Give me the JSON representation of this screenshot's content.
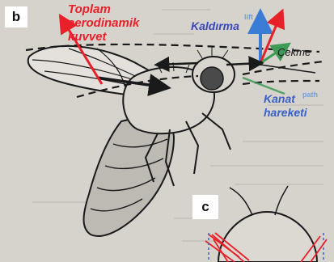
{
  "panels": {
    "b": "b",
    "c": "c"
  },
  "labels": {
    "total_force": [
      "Toplam",
      "aerodinamik",
      "kuvvet"
    ],
    "lift": "Kaldırma",
    "lift_superscript": "lift",
    "drag": "Çekme",
    "wing_motion": [
      "Kanat",
      "hareketi"
    ],
    "path_superscript": "path"
  },
  "colors": {
    "total_force": "#e8202a",
    "lift": "#3a48b8",
    "lift_vector": "#3a7bd5",
    "drag_vector": "#3e9b57",
    "wing_motion": "#3a5fc8",
    "background": "#d6d2cc",
    "ink": "#1a1a1a"
  }
}
